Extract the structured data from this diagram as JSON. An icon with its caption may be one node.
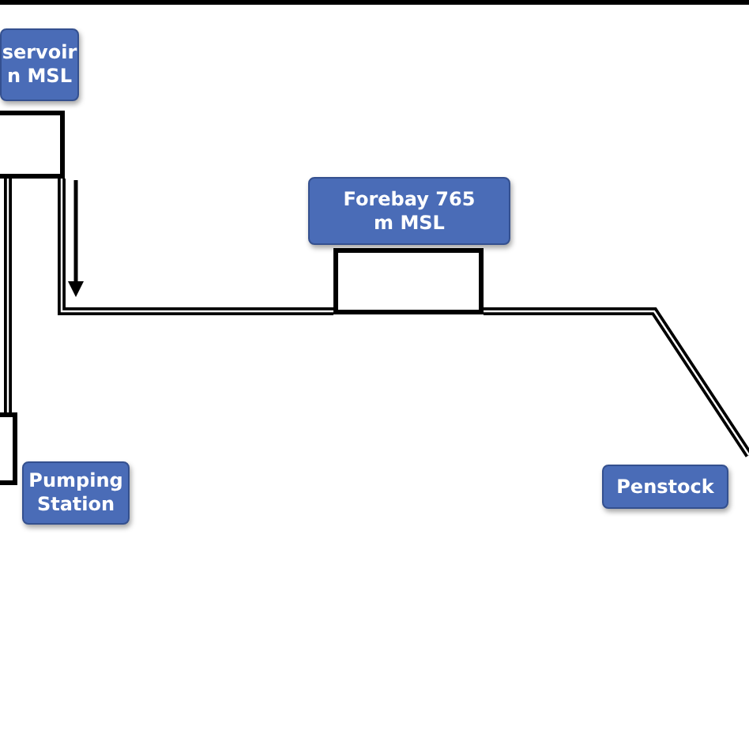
{
  "diagram": {
    "nodes": [
      {
        "text": [
          "servoir n MSL"
        ]
      },
      {
        "text": [],
        "shape": "box"
      },
      {
        "text": [
          "Forebay 765 m MSL"
        ]
      },
      {
        "text": [],
        "shape": "box"
      },
      {
        "text": [],
        "shape": "box"
      },
      {
        "text": [
          "Pumping Station"
        ]
      },
      {
        "text": [
          "Penstock"
        ]
      }
    ],
    "edges": [
      {
        "from": 1,
        "to": 3,
        "arrow": "none"
      },
      {
        "from": 3,
        "to": null,
        "arrow": "none"
      },
      {
        "from": 4,
        "to": 1,
        "arrow": "none"
      }
    ]
  }
}
